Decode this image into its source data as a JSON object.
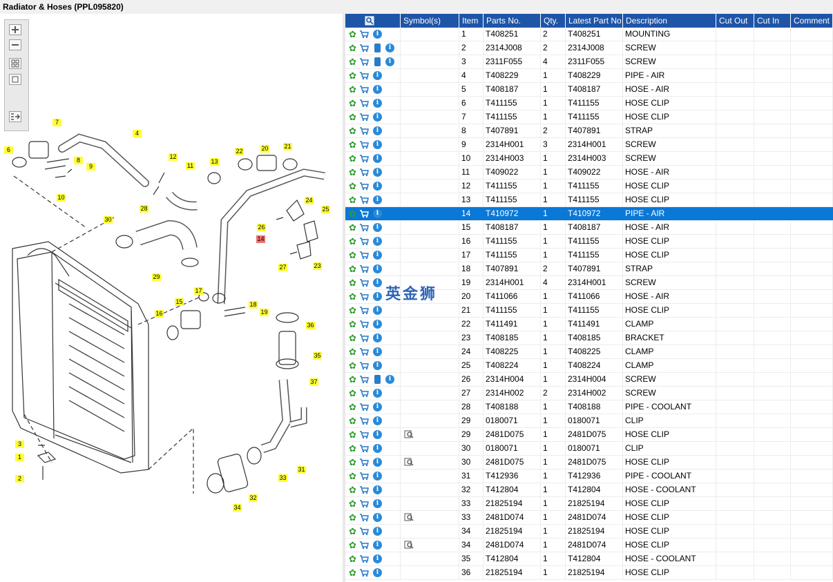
{
  "window": {
    "title": "Radiator & Hoses (PPL095820)"
  },
  "diagram": {
    "callouts": [
      {
        "label": "7"
      },
      {
        "label": "4"
      },
      {
        "label": "6"
      },
      {
        "label": "8"
      },
      {
        "label": "9"
      },
      {
        "label": "10"
      },
      {
        "label": "12"
      },
      {
        "label": "11"
      },
      {
        "label": "13"
      },
      {
        "label": "22"
      },
      {
        "label": "20"
      },
      {
        "label": "21"
      },
      {
        "label": "24"
      },
      {
        "label": "25"
      },
      {
        "label": "26"
      },
      {
        "label": "14"
      },
      {
        "label": "30"
      },
      {
        "label": "28"
      },
      {
        "label": "27"
      },
      {
        "label": "23"
      },
      {
        "label": "29"
      },
      {
        "label": "17"
      },
      {
        "label": "15"
      },
      {
        "label": "18"
      },
      {
        "label": "19"
      },
      {
        "label": "16"
      },
      {
        "label": "36"
      },
      {
        "label": "35"
      },
      {
        "label": "37"
      },
      {
        "label": "3"
      },
      {
        "label": "1"
      },
      {
        "label": "2"
      },
      {
        "label": "31"
      },
      {
        "label": "33"
      },
      {
        "label": "32"
      },
      {
        "label": "34"
      }
    ],
    "highlighted": "14"
  },
  "toolbar": {
    "icons": [
      "zoom-in-icon",
      "zoom-out-icon",
      "fit-all-icon",
      "fit-window-icon",
      "toggle-list-icon"
    ]
  },
  "watermark": "英金狮",
  "table": {
    "columns": [
      "",
      "Symbol(s)",
      "Item",
      "Parts No.",
      "Qty.",
      "Latest Part No.",
      "Description",
      "Cut Out",
      "Cut In",
      "Comment"
    ],
    "selected_index": 13,
    "rows": [
      {
        "item": "1",
        "part": "T408251",
        "qty": "2",
        "latest": "T408251",
        "desc": "MOUNTING",
        "doc": false,
        "sym": false
      },
      {
        "item": "2",
        "part": "2314J008",
        "qty": "2",
        "latest": "2314J008",
        "desc": "SCREW",
        "doc": true,
        "sym": false
      },
      {
        "item": "3",
        "part": "2311F055",
        "qty": "4",
        "latest": "2311F055",
        "desc": "SCREW",
        "doc": true,
        "sym": false
      },
      {
        "item": "4",
        "part": "T408229",
        "qty": "1",
        "latest": "T408229",
        "desc": "PIPE - AIR",
        "doc": false,
        "sym": false
      },
      {
        "item": "5",
        "part": "T408187",
        "qty": "1",
        "latest": "T408187",
        "desc": "HOSE - AIR",
        "doc": false,
        "sym": false
      },
      {
        "item": "6",
        "part": "T411155",
        "qty": "1",
        "latest": "T411155",
        "desc": "HOSE CLIP",
        "doc": false,
        "sym": false
      },
      {
        "item": "7",
        "part": "T411155",
        "qty": "1",
        "latest": "T411155",
        "desc": "HOSE CLIP",
        "doc": false,
        "sym": false
      },
      {
        "item": "8",
        "part": "T407891",
        "qty": "2",
        "latest": "T407891",
        "desc": "STRAP",
        "doc": false,
        "sym": false
      },
      {
        "item": "9",
        "part": "2314H001",
        "qty": "3",
        "latest": "2314H001",
        "desc": "SCREW",
        "doc": false,
        "sym": false
      },
      {
        "item": "10",
        "part": "2314H003",
        "qty": "1",
        "latest": "2314H003",
        "desc": "SCREW",
        "doc": false,
        "sym": false
      },
      {
        "item": "11",
        "part": "T409022",
        "qty": "1",
        "latest": "T409022",
        "desc": "HOSE - AIR",
        "doc": false,
        "sym": false
      },
      {
        "item": "12",
        "part": "T411155",
        "qty": "1",
        "latest": "T411155",
        "desc": "HOSE CLIP",
        "doc": false,
        "sym": false
      },
      {
        "item": "13",
        "part": "T411155",
        "qty": "1",
        "latest": "T411155",
        "desc": "HOSE CLIP",
        "doc": false,
        "sym": false
      },
      {
        "item": "14",
        "part": "T410972",
        "qty": "1",
        "latest": "T410972",
        "desc": "PIPE - AIR",
        "doc": false,
        "sym": false
      },
      {
        "item": "15",
        "part": "T408187",
        "qty": "1",
        "latest": "T408187",
        "desc": "HOSE - AIR",
        "doc": false,
        "sym": false
      },
      {
        "item": "16",
        "part": "T411155",
        "qty": "1",
        "latest": "T411155",
        "desc": "HOSE CLIP",
        "doc": false,
        "sym": false
      },
      {
        "item": "17",
        "part": "T411155",
        "qty": "1",
        "latest": "T411155",
        "desc": "HOSE CLIP",
        "doc": false,
        "sym": false
      },
      {
        "item": "18",
        "part": "T407891",
        "qty": "2",
        "latest": "T407891",
        "desc": "STRAP",
        "doc": false,
        "sym": false
      },
      {
        "item": "19",
        "part": "2314H001",
        "qty": "4",
        "latest": "2314H001",
        "desc": "SCREW",
        "doc": false,
        "sym": false
      },
      {
        "item": "20",
        "part": "T411066",
        "qty": "1",
        "latest": "T411066",
        "desc": "HOSE - AIR",
        "doc": false,
        "sym": false
      },
      {
        "item": "21",
        "part": "T411155",
        "qty": "1",
        "latest": "T411155",
        "desc": "HOSE CLIP",
        "doc": false,
        "sym": false
      },
      {
        "item": "22",
        "part": "T411491",
        "qty": "1",
        "latest": "T411491",
        "desc": "CLAMP",
        "doc": false,
        "sym": false
      },
      {
        "item": "23",
        "part": "T408185",
        "qty": "1",
        "latest": "T408185",
        "desc": "BRACKET",
        "doc": false,
        "sym": false
      },
      {
        "item": "24",
        "part": "T408225",
        "qty": "1",
        "latest": "T408225",
        "desc": "CLAMP",
        "doc": false,
        "sym": false
      },
      {
        "item": "25",
        "part": "T408224",
        "qty": "1",
        "latest": "T408224",
        "desc": "CLAMP",
        "doc": false,
        "sym": false
      },
      {
        "item": "26",
        "part": "2314H004",
        "qty": "1",
        "latest": "2314H004",
        "desc": "SCREW",
        "doc": true,
        "sym": false
      },
      {
        "item": "27",
        "part": "2314H002",
        "qty": "2",
        "latest": "2314H002",
        "desc": "SCREW",
        "doc": false,
        "sym": false
      },
      {
        "item": "28",
        "part": "T408188",
        "qty": "1",
        "latest": "T408188",
        "desc": "PIPE - COOLANT",
        "doc": false,
        "sym": false
      },
      {
        "item": "29",
        "part": "0180071",
        "qty": "1",
        "latest": "0180071",
        "desc": "CLIP",
        "doc": false,
        "sym": false
      },
      {
        "item": "29",
        "part": "2481D075",
        "qty": "1",
        "latest": "2481D075",
        "desc": "HOSE CLIP",
        "doc": false,
        "sym": true
      },
      {
        "item": "30",
        "part": "0180071",
        "qty": "1",
        "latest": "0180071",
        "desc": "CLIP",
        "doc": false,
        "sym": false
      },
      {
        "item": "30",
        "part": "2481D075",
        "qty": "1",
        "latest": "2481D075",
        "desc": "HOSE CLIP",
        "doc": false,
        "sym": true
      },
      {
        "item": "31",
        "part": "T412936",
        "qty": "1",
        "latest": "T412936",
        "desc": "PIPE - COOLANT",
        "doc": false,
        "sym": false
      },
      {
        "item": "32",
        "part": "T412804",
        "qty": "1",
        "latest": "T412804",
        "desc": "HOSE - COOLANT",
        "doc": false,
        "sym": false
      },
      {
        "item": "33",
        "part": "21825194",
        "qty": "1",
        "latest": "21825194",
        "desc": "HOSE CLIP",
        "doc": false,
        "sym": false
      },
      {
        "item": "33",
        "part": "2481D074",
        "qty": "1",
        "latest": "2481D074",
        "desc": "HOSE CLIP",
        "doc": false,
        "sym": true
      },
      {
        "item": "34",
        "part": "21825194",
        "qty": "1",
        "latest": "21825194",
        "desc": "HOSE CLIP",
        "doc": false,
        "sym": false
      },
      {
        "item": "34",
        "part": "2481D074",
        "qty": "1",
        "latest": "2481D074",
        "desc": "HOSE CLIP",
        "doc": false,
        "sym": true
      },
      {
        "item": "35",
        "part": "T412804",
        "qty": "1",
        "latest": "T412804",
        "desc": "HOSE - COOLANT",
        "doc": false,
        "sym": false
      },
      {
        "item": "36",
        "part": "21825194",
        "qty": "1",
        "latest": "21825194",
        "desc": "HOSE CLIP",
        "doc": false,
        "sym": false
      }
    ]
  }
}
